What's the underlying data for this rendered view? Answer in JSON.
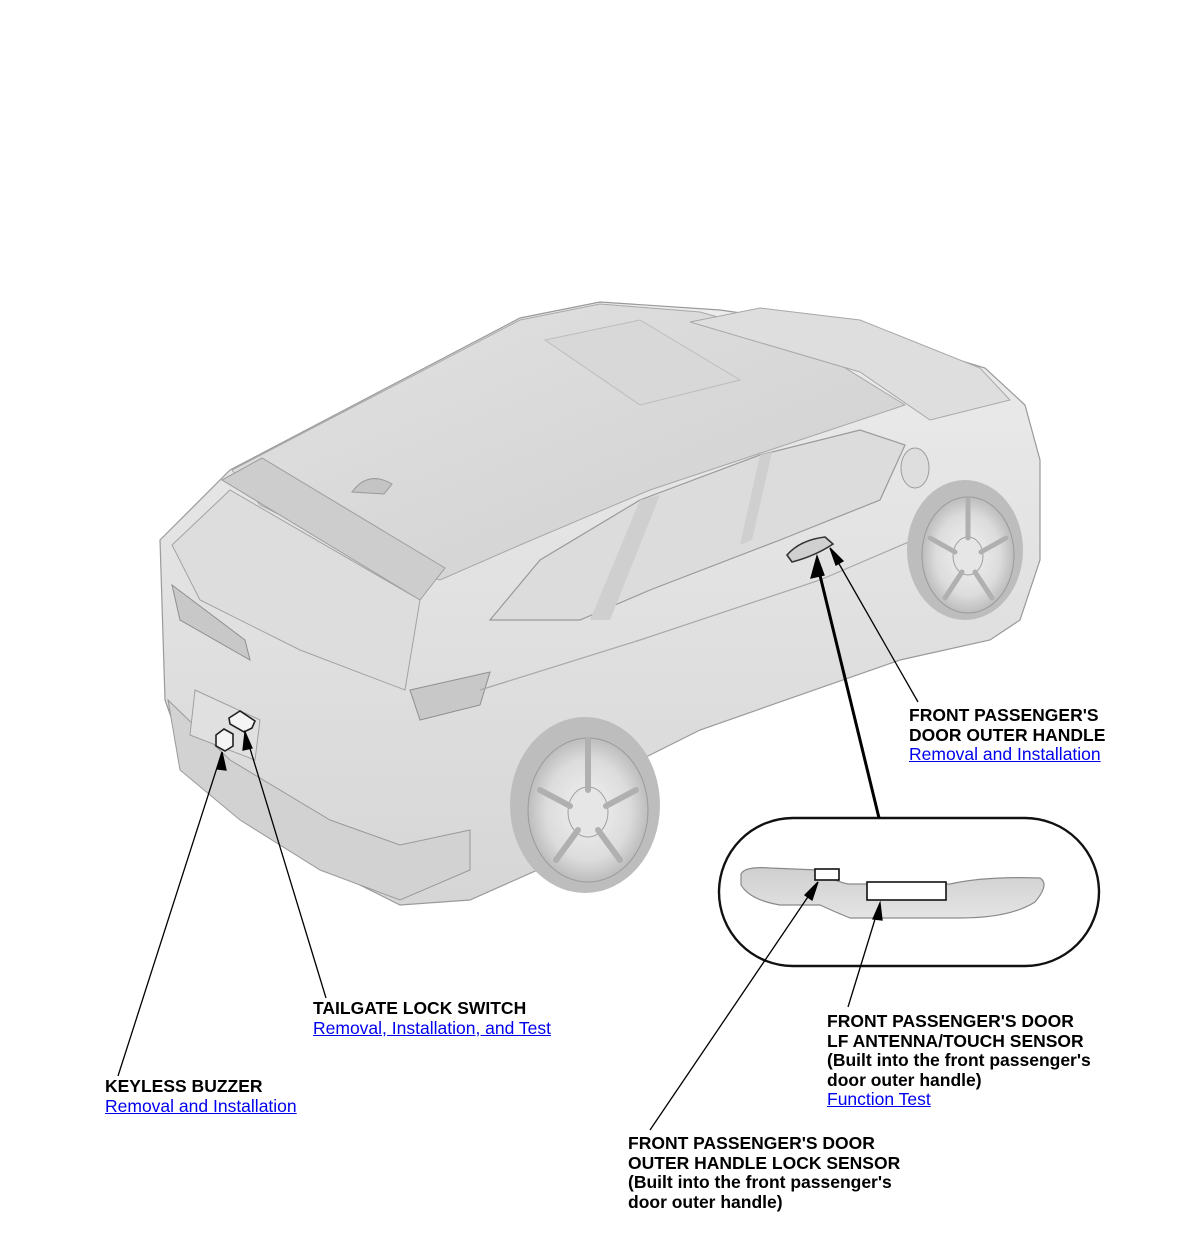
{
  "callouts": {
    "door_handle": {
      "label_lines": [
        "FRONT PASSENGER'S",
        "DOOR OUTER HANDLE"
      ],
      "link": "Removal and Installation"
    },
    "tailgate_switch": {
      "label_lines": [
        "TAILGATE LOCK SWITCH"
      ],
      "link": "Removal, Installation, and Test"
    },
    "keyless_buzzer": {
      "label_lines": [
        "KEYLESS BUZZER"
      ],
      "link": "Removal and Installation"
    },
    "antenna_sensor": {
      "label_lines": [
        "FRONT PASSENGER'S DOOR",
        "LF ANTENNA/TOUCH SENSOR",
        "(Built into the front passenger's",
        "door outer handle)"
      ],
      "link": "Function Test"
    },
    "lock_sensor": {
      "label_lines": [
        "FRONT PASSENGER'S DOOR",
        "OUTER HANDLE LOCK SENSOR",
        "(Built into the front passenger's",
        "door outer handle)"
      ]
    }
  },
  "colors": {
    "link": "#0000ee",
    "text": "#000000",
    "body_light": "#e9e9e9",
    "body_shade": "#d4d4d4",
    "body_dark": "#b9b9b9",
    "outline": "#8a8a8a"
  }
}
